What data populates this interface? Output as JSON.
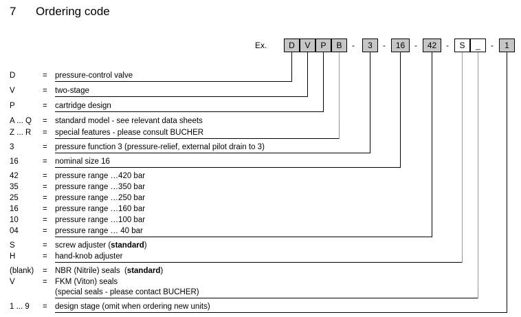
{
  "document": {
    "section_number": "7",
    "section_title": "Ordering code",
    "example_label": "Ex."
  },
  "example_code": {
    "separator": "-",
    "groups": [
      {
        "name": "type-group",
        "fill": "#c6c6c6",
        "boxes": [
          {
            "label": "D",
            "fill": "#c6c6c6"
          },
          {
            "label": "V",
            "fill": "#c6c6c6"
          },
          {
            "label": "P",
            "fill": "#c6c6c6"
          },
          {
            "label": "B",
            "fill": "#c6c6c6"
          }
        ]
      },
      {
        "name": "function-group",
        "fill": "#c6c6c6",
        "boxes": [
          {
            "label": "3",
            "fill": "#c6c6c6"
          }
        ]
      },
      {
        "name": "size-group",
        "fill": "#c6c6c6",
        "boxes": [
          {
            "label": "16",
            "fill": "#c6c6c6"
          }
        ]
      },
      {
        "name": "pressure-group",
        "fill": "#c6c6c6",
        "boxes": [
          {
            "label": "42",
            "fill": "#c6c6c6"
          }
        ]
      },
      {
        "name": "adjuster-seal-group",
        "fill": "#ffffff",
        "boxes": [
          {
            "label": "S",
            "fill": "#ffffff"
          },
          {
            "label": "_",
            "fill": "#ffffff"
          }
        ]
      },
      {
        "name": "design-stage-group",
        "fill": "#c6c6c6",
        "boxes": [
          {
            "label": "1",
            "fill": "#c6c6c6"
          }
        ]
      }
    ]
  },
  "legend": {
    "equals": "=",
    "rows": [
      {
        "code": "D",
        "desc": "pressure-control valve"
      },
      {
        "code": "V",
        "desc": "two-stage"
      },
      {
        "code": "P",
        "desc": "cartridge design"
      },
      {
        "code": "A ... Q",
        "desc": "standard model - see relevant data sheets"
      },
      {
        "code": "Z ... R",
        "desc": "special features - please consult BUCHER"
      },
      {
        "code": "3",
        "desc": "pressure function 3 (pressure-relief, external pilot drain to 3)"
      },
      {
        "code": "16",
        "desc": "nominal size 16"
      },
      {
        "code": "42",
        "desc": "pressure range …420 bar"
      },
      {
        "code": "35",
        "desc": "pressure range …350 bar"
      },
      {
        "code": "25",
        "desc": "pressure range …250 bar"
      },
      {
        "code": "16",
        "desc": "pressure range …160 bar"
      },
      {
        "code": "10",
        "desc": "pressure range …100 bar"
      },
      {
        "code": "04",
        "desc": "pressure range …  40 bar"
      },
      {
        "code": "S",
        "desc": "screw adjuster (standard)"
      },
      {
        "code": "H",
        "desc": "hand-knob adjuster"
      },
      {
        "code": "(blank)",
        "desc": "NBR (Nitrile) seals  (standard)"
      },
      {
        "code": "V",
        "desc": "FKM (Viton) seals"
      },
      {
        "code": "",
        "desc": "(special seals - please contact BUCHER)"
      },
      {
        "code": "1 ... 9",
        "desc": "design stage (omit when ordering new units)"
      }
    ]
  },
  "colors": {
    "box_fill": "#c6c6c6",
    "box_fill_alt": "#ffffff",
    "line": "#000000",
    "line_grey": "#8f8f8f",
    "text": "#000000",
    "background": "#ffffff"
  }
}
